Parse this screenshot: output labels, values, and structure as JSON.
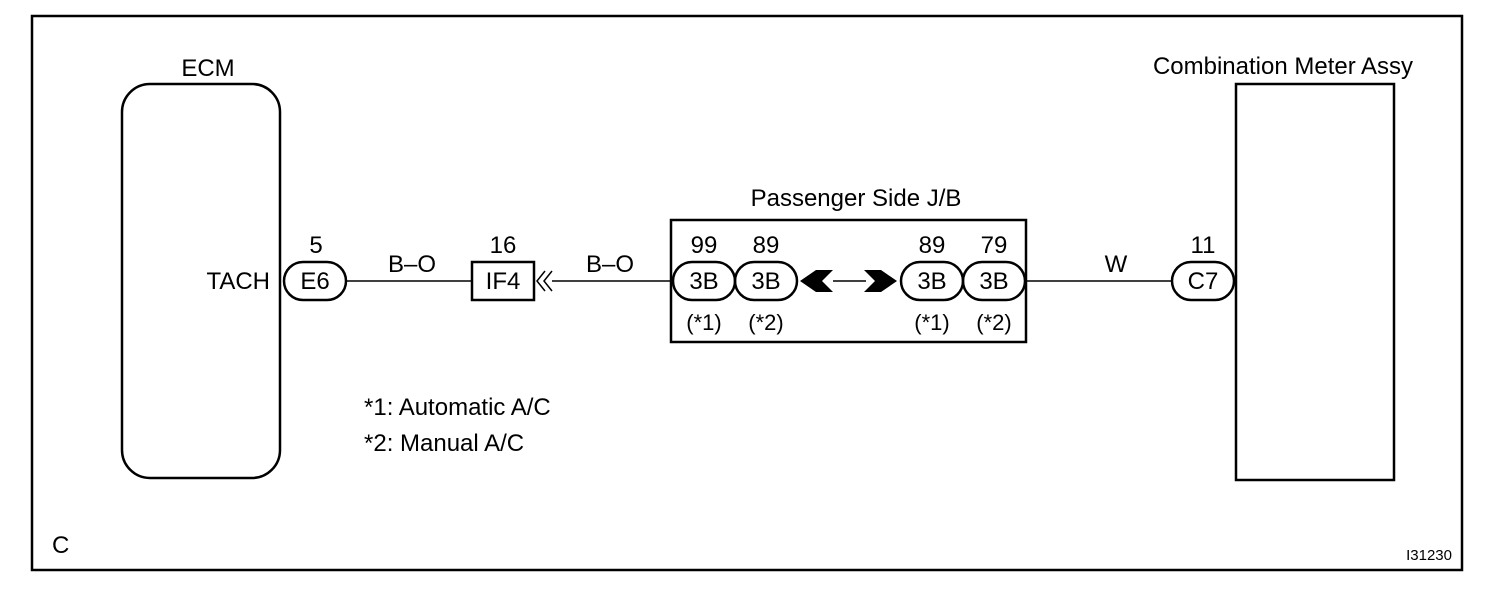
{
  "ecm": {
    "title": "ECM",
    "terminal_label": "TACH"
  },
  "meter": {
    "title": "Combination Meter Assy"
  },
  "jb": {
    "title": "Passenger Side J/B"
  },
  "connectors": {
    "e6": {
      "pin": "5",
      "id": "E6"
    },
    "if4": {
      "pin": "16",
      "id": "IF4"
    },
    "jb_in_1": {
      "pin": "99",
      "id": "3B",
      "note": "(*1)"
    },
    "jb_in_2": {
      "pin": "89",
      "id": "3B",
      "note": "(*2)"
    },
    "jb_out_1": {
      "pin": "89",
      "id": "3B",
      "note": "(*1)"
    },
    "jb_out_2": {
      "pin": "79",
      "id": "3B",
      "note": "(*2)"
    },
    "c7": {
      "pin": "11",
      "id": "C7"
    }
  },
  "wires": {
    "ecm_if4": "B–O",
    "if4_jb": "B–O",
    "jb_meter": "W"
  },
  "notes": [
    "*1: Automatic A/C",
    "*2: Manual A/C"
  ],
  "corner_code": "C",
  "figure_id": "I31230"
}
